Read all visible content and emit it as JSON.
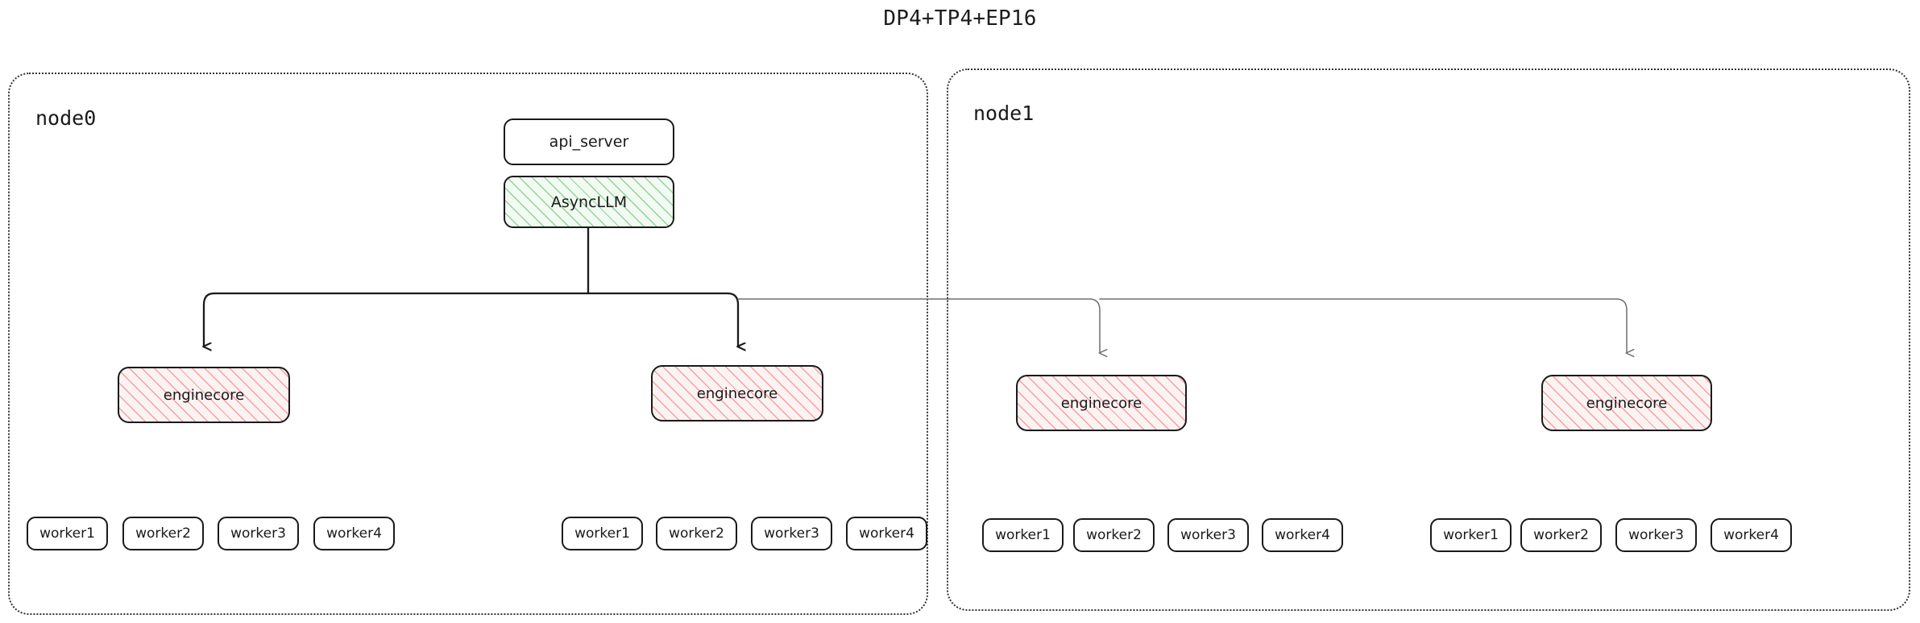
{
  "title": "DP4+TP4+EP16",
  "colors": {
    "background": "#ffffff",
    "text": "#1a1a1a",
    "border": "#1a1a1a",
    "cluster_border": "#333333",
    "asyncllm_hatch": "#4caf50",
    "asyncllm_fill": "#f1fbf2",
    "enginecore_hatch": "#e77878",
    "enginecore_fill": "#fdf2f2",
    "wire_primary": "#1a1a1a",
    "wire_secondary": "#707070"
  },
  "nodes": [
    {
      "id": "node0",
      "label": "node0",
      "api_server": {
        "label": "api_server"
      },
      "async_llm": {
        "label": "AsyncLLM"
      },
      "enginecores": [
        {
          "label": "enginecore",
          "workers": [
            {
              "label": "worker1"
            },
            {
              "label": "worker2"
            },
            {
              "label": "worker3"
            },
            {
              "label": "worker4"
            }
          ]
        },
        {
          "label": "enginecore",
          "workers": [
            {
              "label": "worker1"
            },
            {
              "label": "worker2"
            },
            {
              "label": "worker3"
            },
            {
              "label": "worker4"
            }
          ]
        }
      ]
    },
    {
      "id": "node1",
      "label": "node1",
      "enginecores": [
        {
          "label": "enginecore",
          "workers": [
            {
              "label": "worker1"
            },
            {
              "label": "worker2"
            },
            {
              "label": "worker3"
            },
            {
              "label": "worker4"
            }
          ]
        },
        {
          "label": "enginecore",
          "workers": [
            {
              "label": "worker1"
            },
            {
              "label": "worker2"
            },
            {
              "label": "worker3"
            },
            {
              "label": "worker4"
            }
          ]
        }
      ]
    }
  ]
}
